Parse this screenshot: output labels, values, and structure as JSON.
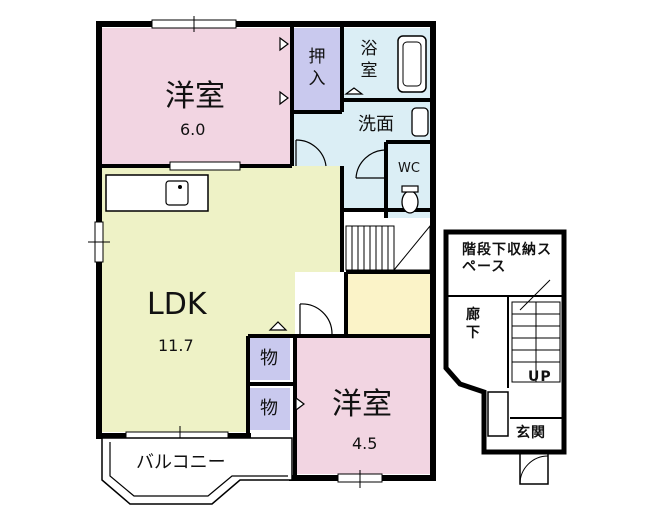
{
  "rooms": {
    "western_top": {
      "name": "洋室",
      "size": "6.0"
    },
    "ldk": {
      "name": "LDK",
      "size": "11.7"
    },
    "western_bottom": {
      "name": "洋室",
      "size": "4.5"
    },
    "closet_oshiire": "押入",
    "bath": "浴室",
    "washroom": "洗面",
    "wc": "WC",
    "storage": "物",
    "balcony": "バルコニー"
  },
  "stair_unit": {
    "under_stair_storage": "階段下収納スペース",
    "corridor": "廊下",
    "up": "UP",
    "entrance": "玄関"
  },
  "colors": {
    "western_room": "#f2d5e2",
    "ldk": "#eef2c6",
    "wet_area": "#dbeef5",
    "closet": "#c9c9ee",
    "storage_yellow": "#fbf3c8",
    "wall": "#000000"
  }
}
